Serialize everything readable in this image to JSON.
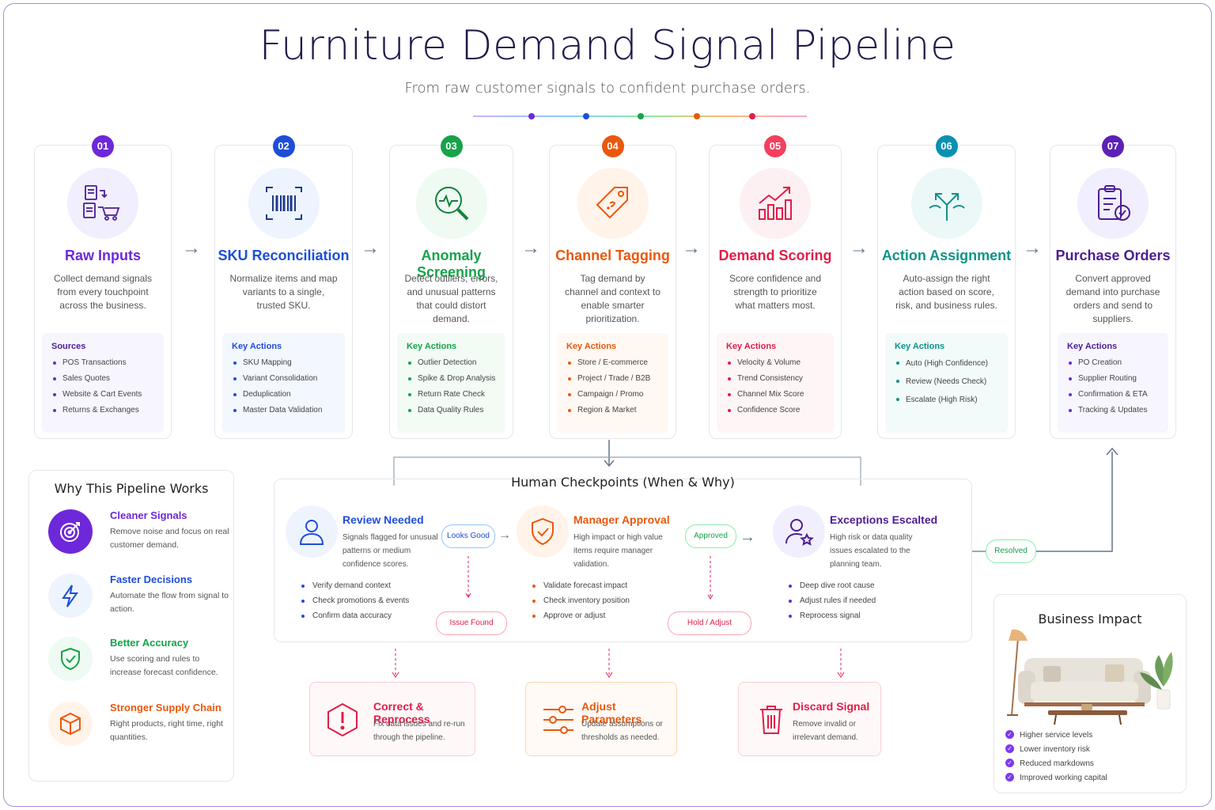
{
  "title": "Furniture Demand Signal Pipeline",
  "subtitle": "From raw customer signals to confident purchase orders.",
  "colors": {
    "purple": "#6d28d9",
    "blue": "#1d4ed8",
    "green": "#16a34a",
    "orange": "#ea580c",
    "pink": "#e11d48",
    "teal": "#0d9488"
  },
  "stages": [
    {
      "num": "01",
      "name": "Raw Inputs",
      "desc": "Collect demand signals from every touchpoint across the business.",
      "box_title": "Sources",
      "items": [
        "POS Transactions",
        "Sales Quotes",
        "Website & Cart Events",
        "Returns & Exchanges"
      ],
      "icon": "documents-cart-icon"
    },
    {
      "num": "02",
      "name": "SKU Reconciliation",
      "desc": "Normalize items and map variants to a single, trusted SKU.",
      "box_title": "Key Actions",
      "items": [
        "SKU Mapping",
        "Variant Consolidation",
        "Deduplication",
        "Master Data Validation"
      ],
      "icon": "barcode-icon"
    },
    {
      "num": "03",
      "name": "Anomaly Screening",
      "desc": "Detect outliers, errors, and unusual patterns that could distort demand.",
      "box_title": "Key Actions",
      "items": [
        "Outlier Detection",
        "Spike & Drop Analysis",
        "Return Rate Check",
        "Data Quality Rules"
      ],
      "icon": "magnifier-pulse-icon"
    },
    {
      "num": "04",
      "name": "Channel Tagging",
      "desc": "Tag demand by channel and context to enable smarter prioritization.",
      "box_title": "Key Actions",
      "items": [
        "Store / E-commerce",
        "Project / Trade / B2B",
        "Campaign / Promo",
        "Region & Market"
      ],
      "icon": "tag-icon"
    },
    {
      "num": "05",
      "name": "Demand Scoring",
      "desc": "Score confidence and strength to prioritize what matters most.",
      "box_title": "Key Actions",
      "items": [
        "Velocity & Volume",
        "Trend Consistency",
        "Channel Mix Score",
        "Confidence Score"
      ],
      "icon": "bar-chart-trend-icon"
    },
    {
      "num": "06",
      "name": "Action Assignment",
      "desc": "Auto-assign the right action based on score, risk, and business rules.",
      "box_title": "Key Actions",
      "items": [
        "Auto (High Confidence)",
        "Review (Needs Check)",
        "Escalate (High Risk)"
      ],
      "icon": "split-arrows-icon"
    },
    {
      "num": "07",
      "name": "Purchase Orders",
      "desc": "Convert approved demand into purchase orders and send to suppliers.",
      "box_title": "Key Actions",
      "items": [
        "PO Creation",
        "Supplier Routing",
        "Confirmation & ETA",
        "Tracking & Updates"
      ],
      "icon": "clipboard-check-icon"
    }
  ],
  "why": {
    "title": "Why This Pipeline Works",
    "items": [
      {
        "name": "Cleaner Signals",
        "desc": "Remove noise and focus on real customer demand.",
        "icon": "target-icon"
      },
      {
        "name": "Faster Decisions",
        "desc": "Automate the flow from signal to action.",
        "icon": "lightning-icon"
      },
      {
        "name": "Better Accuracy",
        "desc": "Use scoring and rules to increase forecast confidence.",
        "icon": "shield-check-icon"
      },
      {
        "name": "Stronger Supply Chain",
        "desc": "Right products, right time, right quantities.",
        "icon": "box-icon"
      }
    ]
  },
  "human": {
    "title": "Human Checkpoints (When & Why)",
    "checkpoints": [
      {
        "name": "Review Needed",
        "desc": "Signals flagged for unusual patterns or medium confidence scores.",
        "items": [
          "Verify demand context",
          "Check promotions & events",
          "Confirm data accuracy"
        ],
        "icon": "user-icon"
      },
      {
        "name": "Manager Approval",
        "desc": "High impact or high value items require manager validation.",
        "items": [
          "Validate forecast impact",
          "Check inventory position",
          "Approve or adjust"
        ],
        "icon": "shield-check-icon"
      },
      {
        "name": "Exceptions Escalted",
        "desc": "High risk or data quality issues escalated to the planning team.",
        "items": [
          "Deep dive root cause",
          "Adjust rules if needed",
          "Reprocess signal"
        ],
        "icon": "user-star-icon"
      }
    ],
    "pills": {
      "looks_good": "Looks Good",
      "approved": "Approved",
      "resolved": "Resolved",
      "issue_found": "Issue Found",
      "hold_adjust": "Hold / Adjust"
    }
  },
  "outcomes": [
    {
      "name": "Correct & Reprocess",
      "desc": "Fix data issues and re-run through the pipeline.",
      "icon": "hexagon-alert-icon"
    },
    {
      "name": "Adjust Parameters",
      "desc": "Update assumptions or thresholds as needed.",
      "icon": "sliders-icon"
    },
    {
      "name": "Discard Signal",
      "desc": "Remove invalid or irrelevant demand.",
      "icon": "trash-icon"
    }
  ],
  "impact": {
    "title": "Business Impact",
    "items": [
      "Higher service levels",
      "Lower inventory risk",
      "Reduced markdowns",
      "Improved working capital"
    ]
  }
}
